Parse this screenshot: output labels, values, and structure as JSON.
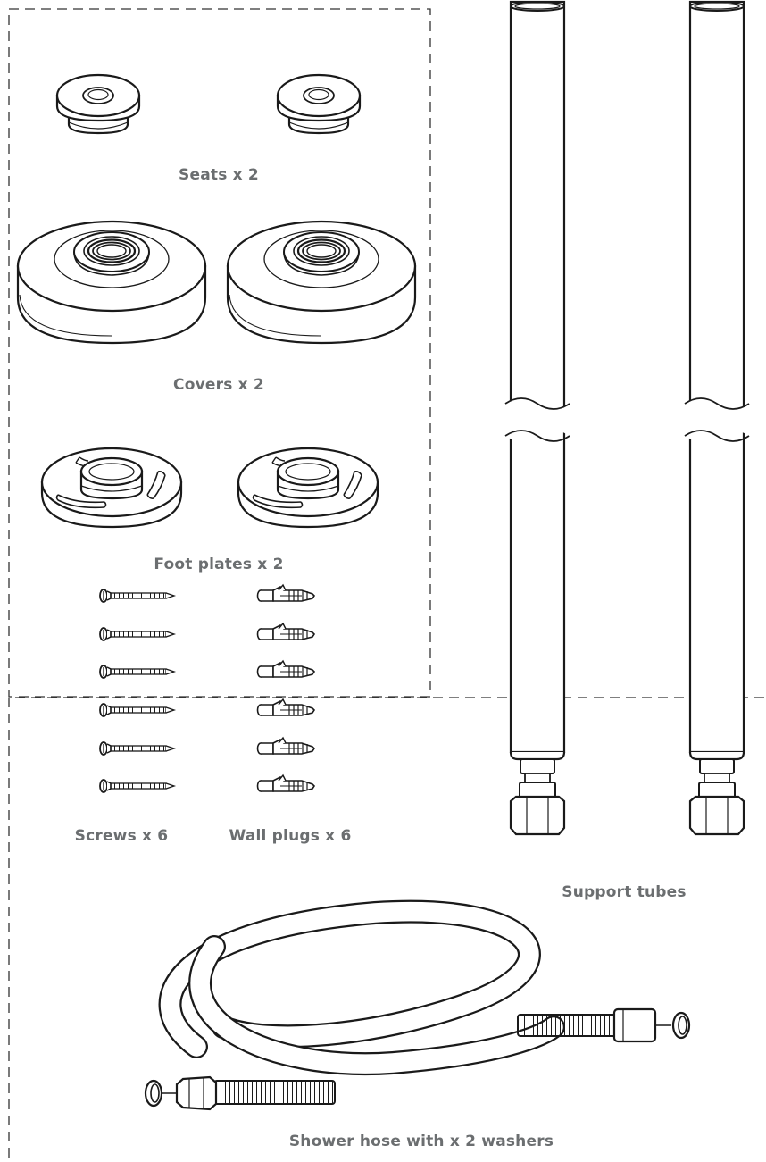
{
  "parts": {
    "seats_label": "Seats x 2",
    "covers_label": "Covers x 2",
    "foot_plates_label": "Foot plates x 2",
    "screws_label": "Screws x 6",
    "wall_plugs_label": "Wall plugs x 6",
    "support_tubes_label": "Support tubes",
    "hose_label": "Shower hose with x 2 washers"
  },
  "colors": {
    "line": "#1a1a1a",
    "label": "#6b6e70",
    "dashed_border": "#333333"
  }
}
